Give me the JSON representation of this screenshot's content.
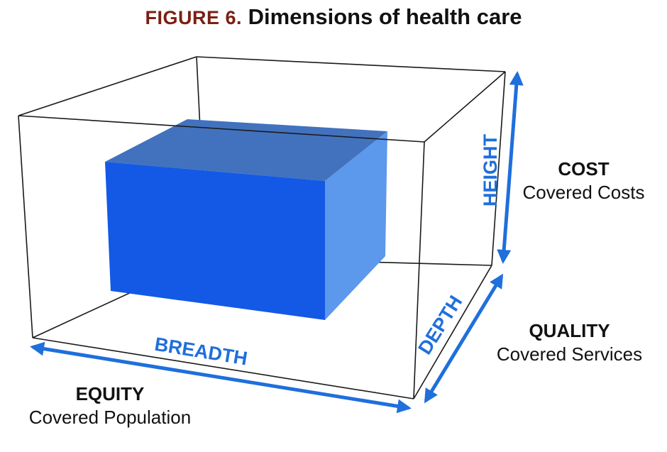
{
  "figure": {
    "number": "FIGURE 6.",
    "title": "Dimensions of health care"
  },
  "axes": {
    "height": "HEIGHT",
    "depth": "DEPTH",
    "breadth": "BREADTH"
  },
  "dimensions": {
    "cost": {
      "heading": "COST",
      "subtitle": "Covered Costs"
    },
    "quality": {
      "heading": "QUALITY",
      "subtitle": "Covered Services"
    },
    "equity": {
      "heading": "EQUITY",
      "subtitle": "Covered Population"
    }
  },
  "colors": {
    "title_prefix": "#7b1f14",
    "arrow": "#1f6fdc",
    "box_front": "#1359e6",
    "box_top": "#4272bd",
    "box_side": "#5c98ec",
    "outline": "#1a1a1a"
  }
}
